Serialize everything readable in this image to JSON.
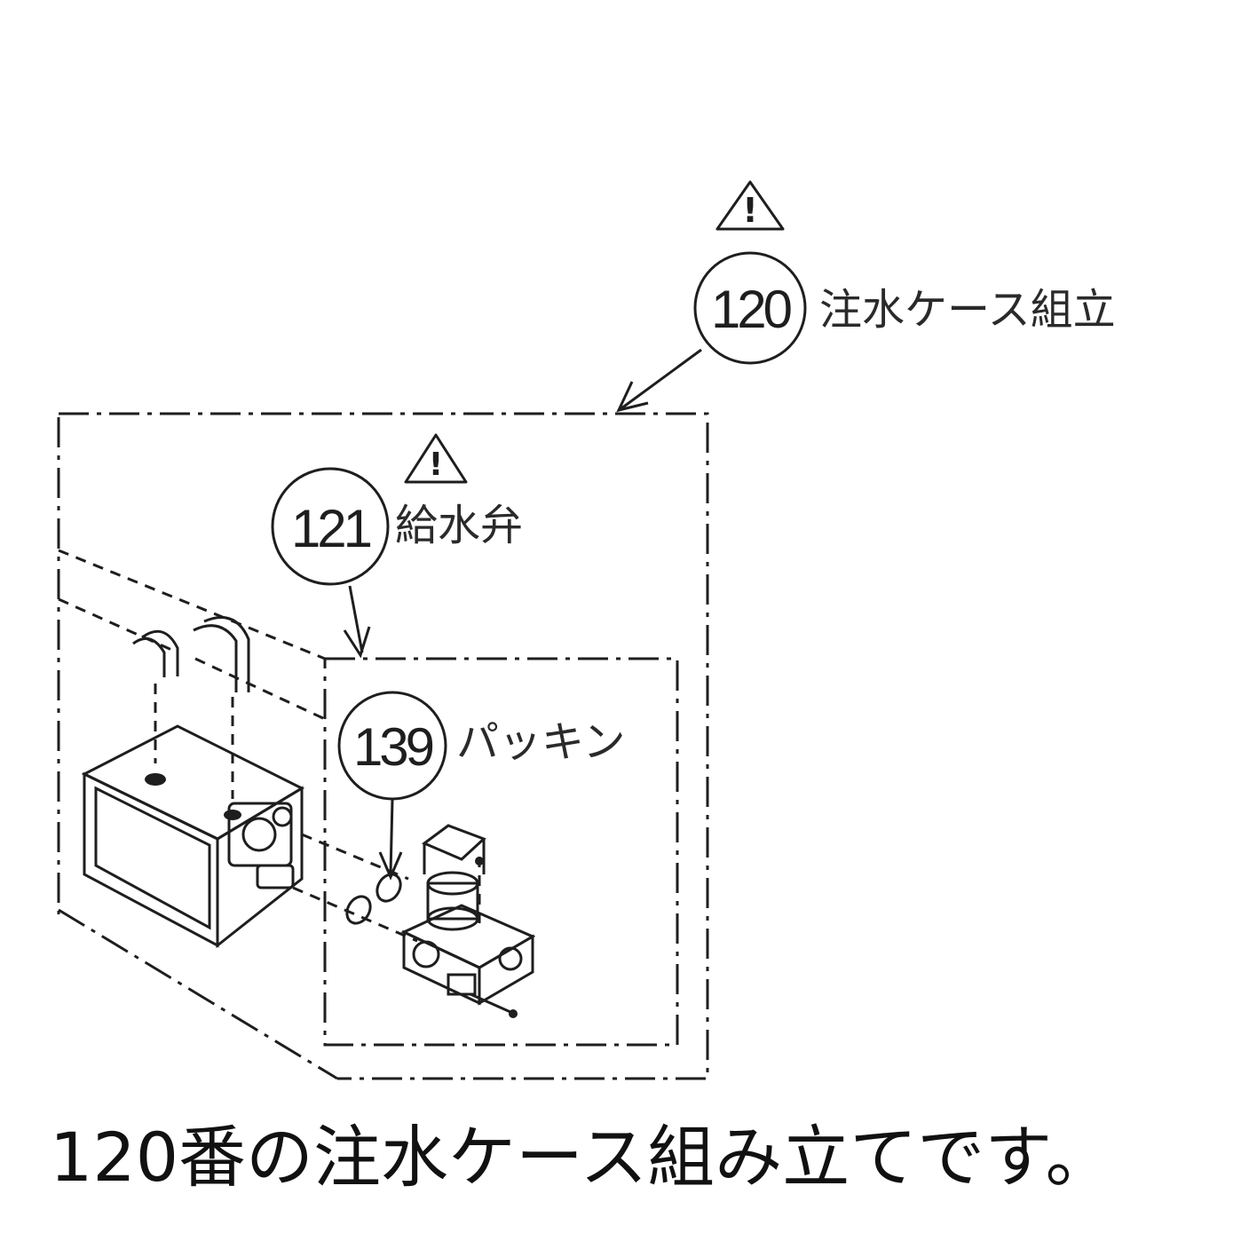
{
  "callouts": [
    {
      "number": "120",
      "label": "注水ケース組立",
      "warning": true
    },
    {
      "number": "121",
      "label": "給水弁",
      "warning": true
    },
    {
      "number": "139",
      "label": "パッキン",
      "warning": false
    }
  ],
  "icons": {
    "warning": "warning-triangle-icon"
  },
  "caption": "120番の注水ケース組み立てです。"
}
